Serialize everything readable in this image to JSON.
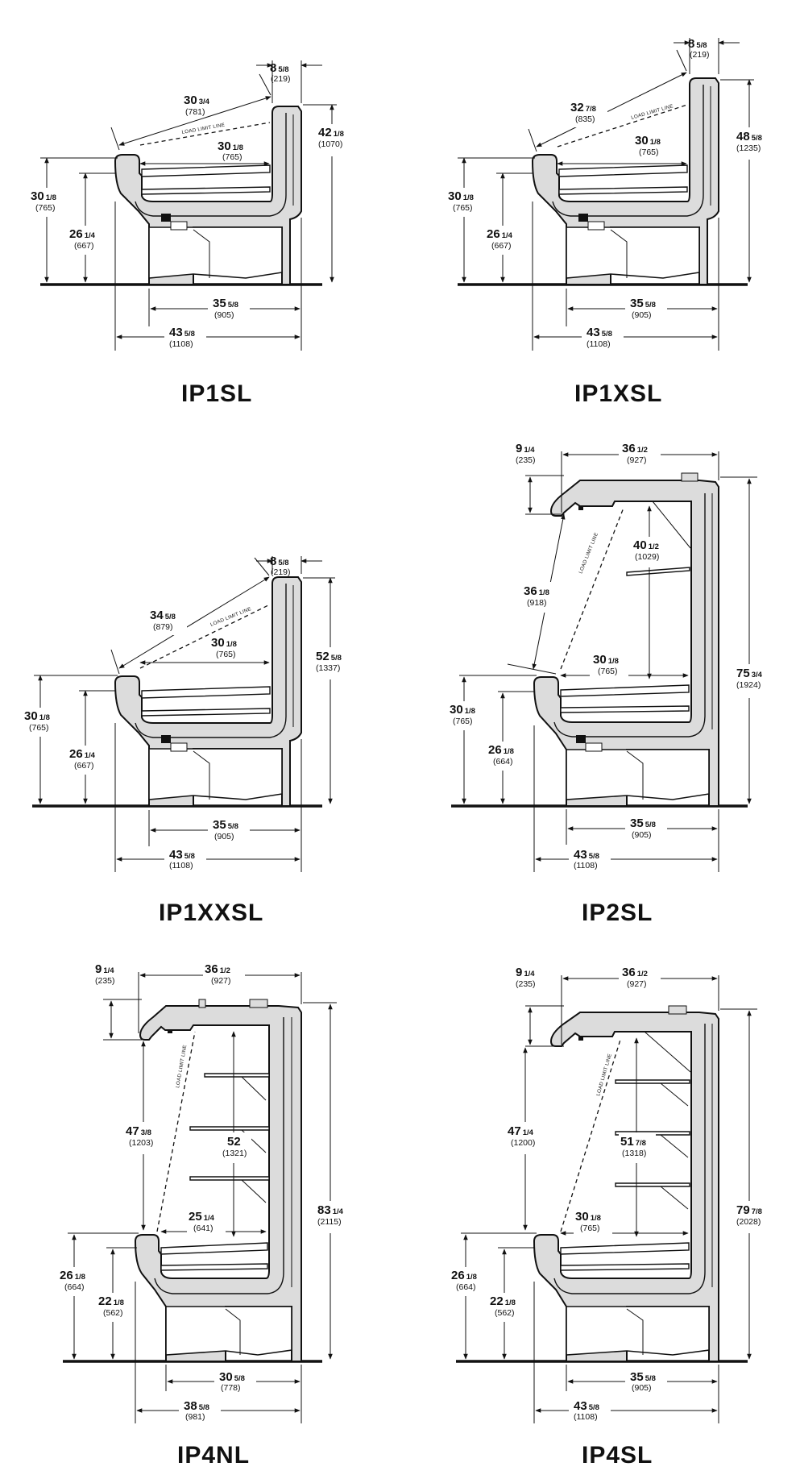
{
  "panels": [
    {
      "model": "IP1SL",
      "dims": {
        "top_offset": {
          "whole": "8",
          "frac": "5/8",
          "mm": "(219)"
        },
        "diag": {
          "whole": "30",
          "frac": "3/4",
          "mm": "(781)"
        },
        "height": {
          "whole": "42",
          "frac": "1/8",
          "mm": "(1070)"
        },
        "shelf": {
          "whole": "30",
          "frac": "1/8",
          "mm": "(765)"
        },
        "front_h": {
          "whole": "30",
          "frac": "1/8",
          "mm": "(765)"
        },
        "rail_h": {
          "whole": "26",
          "frac": "1/4",
          "mm": "(667)"
        },
        "base_w": {
          "whole": "35",
          "frac": "5/8",
          "mm": "(905)"
        },
        "total_w": {
          "whole": "43",
          "frac": "5/8",
          "mm": "(1108)"
        }
      }
    },
    {
      "model": "IP1XSL",
      "dims": {
        "top_offset": {
          "whole": "8",
          "frac": "5/8",
          "mm": "(219)"
        },
        "diag": {
          "whole": "32",
          "frac": "7/8",
          "mm": "(835)"
        },
        "height": {
          "whole": "48",
          "frac": "5/8",
          "mm": "(1235)"
        },
        "shelf": {
          "whole": "30",
          "frac": "1/8",
          "mm": "(765)"
        },
        "front_h": {
          "whole": "30",
          "frac": "1/8",
          "mm": "(765)"
        },
        "rail_h": {
          "whole": "26",
          "frac": "1/4",
          "mm": "(667)"
        },
        "base_w": {
          "whole": "35",
          "frac": "5/8",
          "mm": "(905)"
        },
        "total_w": {
          "whole": "43",
          "frac": "5/8",
          "mm": "(1108)"
        }
      }
    },
    {
      "model": "IP1XXSL",
      "dims": {
        "top_offset": {
          "whole": "8",
          "frac": "5/8",
          "mm": "(219)"
        },
        "diag": {
          "whole": "34",
          "frac": "5/8",
          "mm": "(879)"
        },
        "height": {
          "whole": "52",
          "frac": "5/8",
          "mm": "(1337)"
        },
        "shelf": {
          "whole": "30",
          "frac": "1/8",
          "mm": "(765)"
        },
        "front_h": {
          "whole": "30",
          "frac": "1/8",
          "mm": "(765)"
        },
        "rail_h": {
          "whole": "26",
          "frac": "1/4",
          "mm": "(667)"
        },
        "base_w": {
          "whole": "35",
          "frac": "5/8",
          "mm": "(905)"
        },
        "total_w": {
          "whole": "43",
          "frac": "5/8",
          "mm": "(1108)"
        }
      }
    },
    {
      "model": "IP2SL",
      "dims": {
        "canopy_drop": {
          "whole": "9",
          "frac": "1/4",
          "mm": "(235)"
        },
        "top_w": {
          "whole": "36",
          "frac": "1/2",
          "mm": "(927)"
        },
        "inner_h": {
          "whole": "40",
          "frac": "1/2",
          "mm": "(1029)"
        },
        "diag": {
          "whole": "36",
          "frac": "1/8",
          "mm": "(918)"
        },
        "shelf": {
          "whole": "30",
          "frac": "1/8",
          "mm": "(765)"
        },
        "height": {
          "whole": "75",
          "frac": "3/4",
          "mm": "(1924)"
        },
        "front_h": {
          "whole": "30",
          "frac": "1/8",
          "mm": "(765)"
        },
        "rail_h": {
          "whole": "26",
          "frac": "1/8",
          "mm": "(664)"
        },
        "base_w": {
          "whole": "35",
          "frac": "5/8",
          "mm": "(905)"
        },
        "total_w": {
          "whole": "43",
          "frac": "5/8",
          "mm": "(1108)"
        }
      }
    },
    {
      "model": "IP4NL",
      "dims": {
        "canopy_drop": {
          "whole": "9",
          "frac": "1/4",
          "mm": "(235)"
        },
        "top_w": {
          "whole": "36",
          "frac": "1/2",
          "mm": "(927)"
        },
        "opening_h": {
          "whole": "47",
          "frac": "3/8",
          "mm": "(1203)"
        },
        "inner_h": {
          "whole": "52",
          "frac": "",
          "mm": "(1321)"
        },
        "shelf": {
          "whole": "25",
          "frac": "1/4",
          "mm": "(641)"
        },
        "height": {
          "whole": "83",
          "frac": "1/4",
          "mm": "(2115)"
        },
        "front_h": {
          "whole": "26",
          "frac": "1/8",
          "mm": "(664)"
        },
        "rail_h": {
          "whole": "22",
          "frac": "1/8",
          "mm": "(562)"
        },
        "base_w": {
          "whole": "30",
          "frac": "5/8",
          "mm": "(778)"
        },
        "total_w": {
          "whole": "38",
          "frac": "5/8",
          "mm": "(981)"
        }
      }
    },
    {
      "model": "IP4SL",
      "dims": {
        "canopy_drop": {
          "whole": "9",
          "frac": "1/4",
          "mm": "(235)"
        },
        "top_w": {
          "whole": "36",
          "frac": "1/2",
          "mm": "(927)"
        },
        "opening_h": {
          "whole": "47",
          "frac": "1/4",
          "mm": "(1200)"
        },
        "inner_h": {
          "whole": "51",
          "frac": "7/8",
          "mm": "(1318)"
        },
        "shelf": {
          "whole": "30",
          "frac": "1/8",
          "mm": "(765)"
        },
        "height": {
          "whole": "79",
          "frac": "7/8",
          "mm": "(2028)"
        },
        "front_h": {
          "whole": "26",
          "frac": "1/8",
          "mm": "(664)"
        },
        "rail_h": {
          "whole": "22",
          "frac": "1/8",
          "mm": "(562)"
        },
        "base_w": {
          "whole": "35",
          "frac": "5/8",
          "mm": "(905)"
        },
        "total_w": {
          "whole": "43",
          "frac": "5/8",
          "mm": "(1108)"
        }
      }
    }
  ],
  "load_limit_label": "LOAD LIMIT LINE"
}
